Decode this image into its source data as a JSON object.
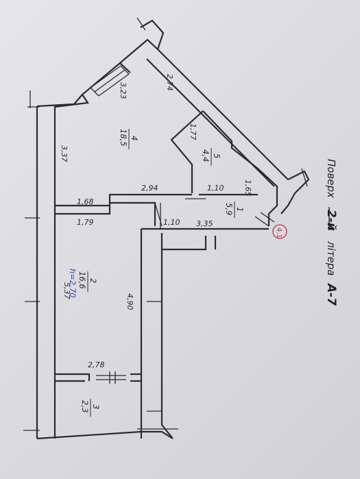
{
  "title": {
    "prefix": "Поверх",
    "floor": "2-й",
    "middle": "літера",
    "letter": "А-7"
  },
  "stamp_number": "4.1",
  "rooms": [
    {
      "id": "1",
      "number": "1",
      "area": "5,9"
    },
    {
      "id": "2",
      "number": "2",
      "area": "16,6",
      "ceiling": "h=2,70"
    },
    {
      "id": "3",
      "number": "3",
      "area": "2,3"
    },
    {
      "id": "4",
      "number": "4",
      "area": "18,5"
    },
    {
      "id": "5",
      "number": "5",
      "area": "4,4"
    }
  ],
  "dimensions": {
    "d_3_23": "3,23",
    "d_2_74": "2,74",
    "d_1_77": "1,77",
    "d_3_37": "3,37",
    "d_2_94": "2,94",
    "d_1_10_top": "1,10",
    "d_1_65": "1,65",
    "d_1_68": "1,68",
    "d_1_79": "1,79",
    "d_1_10_corr": "1,10",
    "d_3_35": "3,35",
    "d_5_37": "5,37",
    "d_4_90": "4,90",
    "d_2_78": "2,78"
  },
  "colors": {
    "ink": "#2b2b2e",
    "ceiling_ink": "#2c48a8",
    "stamp": "#c0304a"
  }
}
